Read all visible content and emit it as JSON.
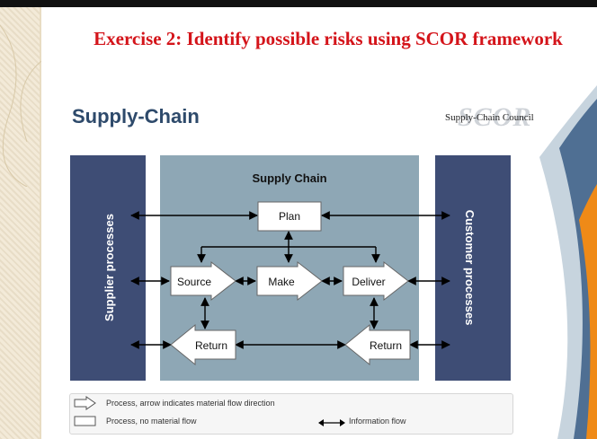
{
  "slide": {
    "title": "Exercise 2: Identify possible risks using SCOR framework",
    "section_title": "Supply-Chain"
  },
  "logo": {
    "wordmark": "SCOR",
    "org_name": "Supply-Chain Council"
  },
  "diagram": {
    "center_title": "Supply Chain",
    "left_panel": "Supplier processes",
    "right_panel": "Customer processes",
    "processes": {
      "plan": "Plan",
      "source": "Source",
      "make": "Make",
      "deliver": "Deliver",
      "return_left": "Return",
      "return_right": "Return"
    }
  },
  "legend": {
    "process_arrow": "Process, arrow indicates material flow direction",
    "process_box": "Process, no material flow",
    "info_flow": "Information flow"
  },
  "colors": {
    "title_red": "#d4141a",
    "heading_blue": "#2e4a6b",
    "side_panel": "#3e4d75",
    "center_panel": "#8ea7b5",
    "accent_orange": "#ef8a17"
  }
}
